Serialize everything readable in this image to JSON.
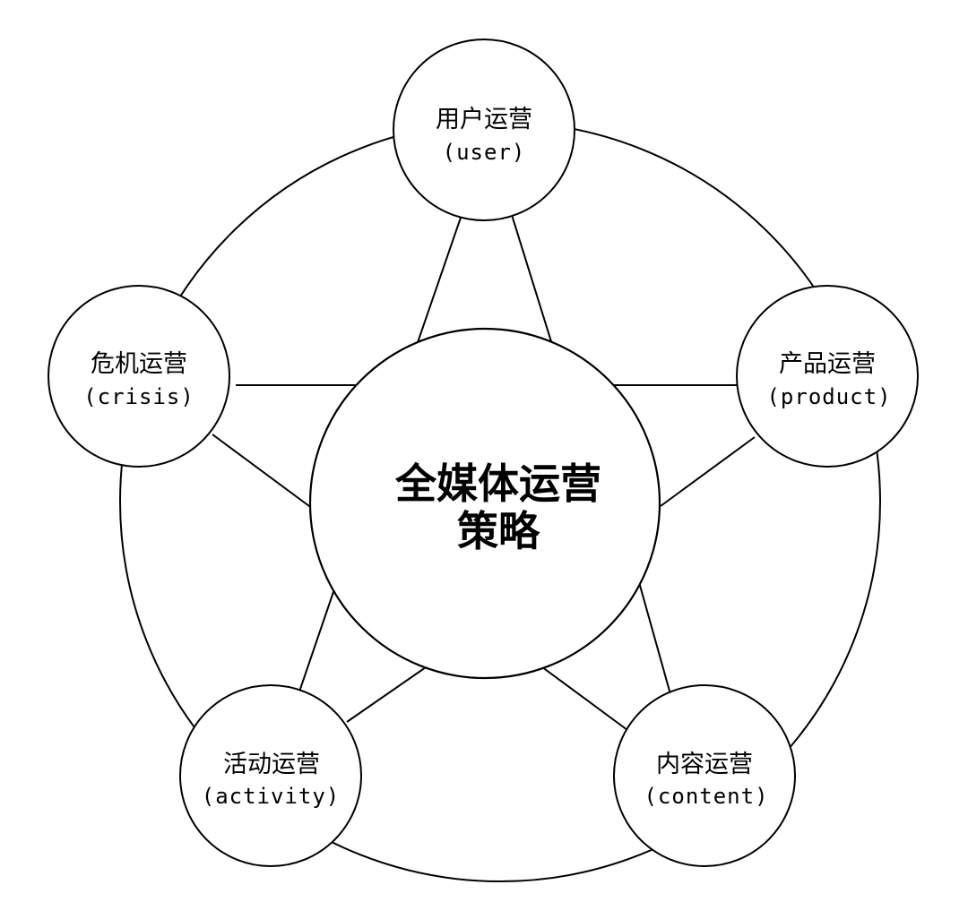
{
  "center": {
    "line1": "全媒体运营",
    "line2": "策略"
  },
  "nodes": {
    "user": {
      "zh": "用户运营",
      "en": "(user)"
    },
    "product": {
      "zh": "产品运营",
      "en": "(product)"
    },
    "content": {
      "zh": "内容运营",
      "en": "(content)"
    },
    "activity": {
      "zh": "活动运营",
      "en": "(activity)"
    },
    "crisis": {
      "zh": "危机运营",
      "en": "(crisis)"
    }
  }
}
